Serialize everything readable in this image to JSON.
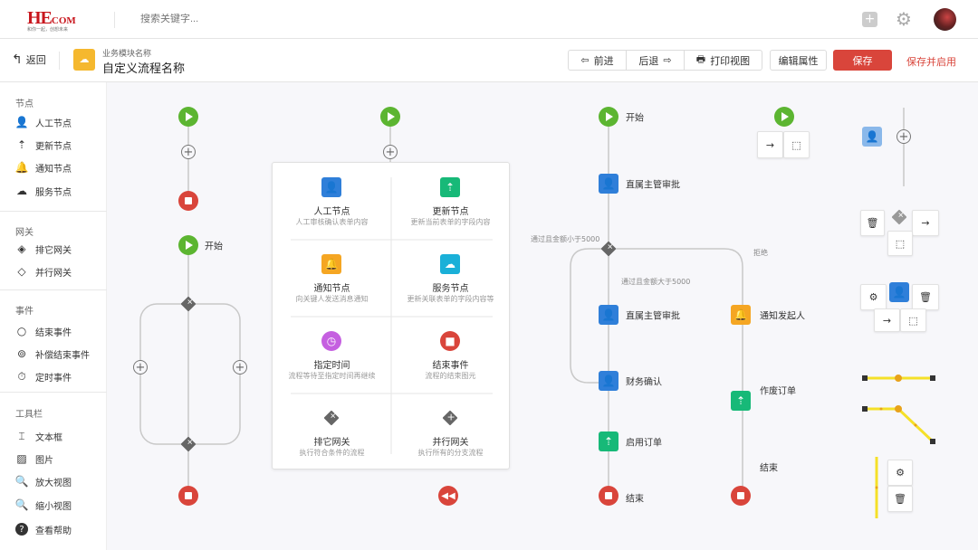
{
  "header": {
    "logo": "HEcom",
    "logo_tagline": "和你一起，创想未来",
    "search_placeholder": "搜索关键字..."
  },
  "toolbar": {
    "back": "返回",
    "module_name": "业务模块名称",
    "process_name": "自定义流程名称",
    "forward": "前进",
    "backward": "后退",
    "print_view": "打印视图",
    "edit_props": "编辑属性",
    "save": "保存",
    "save_enable": "保存并启用"
  },
  "sidebar": {
    "sections": [
      {
        "title": "节点",
        "items": [
          {
            "label": "人工节点",
            "icon": "user-icon"
          },
          {
            "label": "更新节点",
            "icon": "upload-icon"
          },
          {
            "label": "通知节点",
            "icon": "bell-icon"
          },
          {
            "label": "服务节点",
            "icon": "cloud-icon"
          }
        ]
      },
      {
        "title": "网关",
        "items": [
          {
            "label": "排它网关",
            "icon": "exclusive-gateway-icon"
          },
          {
            "label": "并行网关",
            "icon": "parallel-gateway-icon"
          }
        ]
      },
      {
        "title": "事件",
        "items": [
          {
            "label": "结束事件",
            "icon": "circle-icon"
          },
          {
            "label": "补偿结束事件",
            "icon": "compensation-icon"
          },
          {
            "label": "定时事件",
            "icon": "timer-icon"
          }
        ]
      },
      {
        "title": "工具栏",
        "items": [
          {
            "label": "文本框",
            "icon": "textbox-icon"
          },
          {
            "label": "图片",
            "icon": "image-icon"
          },
          {
            "label": "放大视图",
            "icon": "zoom-in-icon"
          },
          {
            "label": "缩小视图",
            "icon": "zoom-out-icon"
          },
          {
            "label": "查看帮助",
            "icon": "help-icon"
          }
        ]
      }
    ]
  },
  "panel": [
    {
      "title": "人工节点",
      "desc": "人工审核确认表单内容"
    },
    {
      "title": "更新节点",
      "desc": "更新当前表单的字段内容"
    },
    {
      "title": "通知节点",
      "desc": "向关键人发送消息通知"
    },
    {
      "title": "服务节点",
      "desc": "更新关联表单的字段内容等"
    },
    {
      "title": "指定时间",
      "desc": "流程等待至指定时间再继续"
    },
    {
      "title": "结束事件",
      "desc": "流程的结束图元"
    },
    {
      "title": "排它网关",
      "desc": "执行符合条件的流程"
    },
    {
      "title": "并行网关",
      "desc": "执行所有的分支流程"
    }
  ],
  "flow": {
    "start": "开始",
    "start2": "开始",
    "approve1": "直属主管审批",
    "cond_less": "通过且金额小于5000",
    "reject": "拒绝",
    "cond_more": "通过且金额大于5000",
    "approve2": "直属主管审批",
    "notify": "通知发起人",
    "finance": "财务确认",
    "void_order": "作废订单",
    "enable_order": "启用订单",
    "end1": "结束",
    "end2": "结束"
  },
  "colors": {
    "accent": "#d9453b",
    "start": "#5cb531",
    "manual": "#2f7fd9",
    "update": "#17b978",
    "notify": "#f5a623",
    "connector": "#f5e028"
  }
}
